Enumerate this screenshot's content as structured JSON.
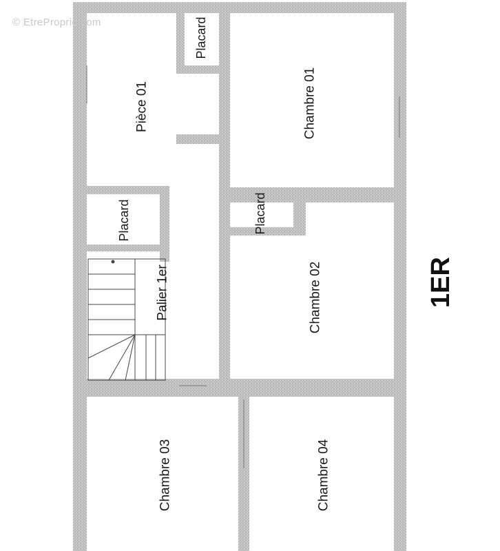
{
  "watermark": "© EtreProprio.com",
  "floor_label": "1ER",
  "rooms": {
    "piece_01": "Pièce 01",
    "placard_top": "Placard",
    "chambre_01": "Chambre 01",
    "placard_left": "Placard",
    "placard_mid": "Placard",
    "palier": "Palier 1er",
    "chambre_02": "Chambre 02",
    "chambre_03": "Chambre 03",
    "chambre_04": "Chambre 04"
  },
  "colors": {
    "wall": "#b9b9b9",
    "line": "#555555",
    "background": "#ffffff"
  }
}
